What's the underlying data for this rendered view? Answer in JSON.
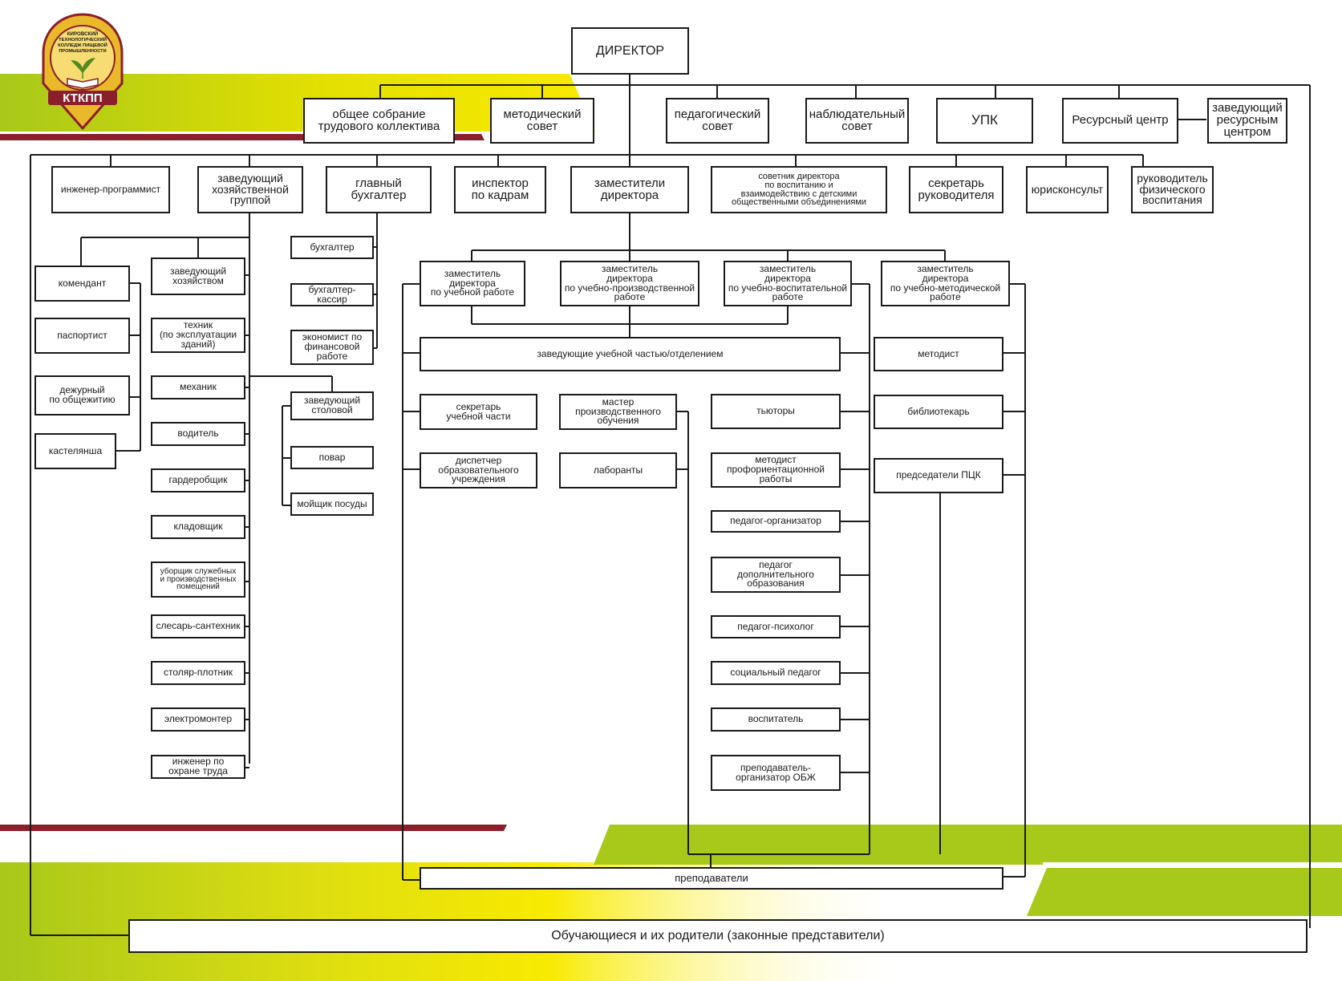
{
  "logo": {
    "ring_text": [
      "КИРОВСКИЙ",
      "ТЕХНОЛОГИЧЕСКИЙ",
      "КОЛЛЕДЖ ПИЩЕВОЙ",
      "ПРОМЫШЛЕННОСТИ"
    ],
    "abbr": "КТКПП"
  },
  "colors": {
    "lime": "#a8c81a",
    "yellow": "#f5e600",
    "maroon": "#8b1e2b",
    "line": "#1a1a1a",
    "logo_gold": "#e9b92a"
  },
  "boxes": [
    {
      "id": "director",
      "label": "ДИРЕКТОР"
    },
    {
      "id": "general-assembly",
      "label": "общее собрание\nтрудового коллектива"
    },
    {
      "id": "methodical-council",
      "label": "методический\nсовет"
    },
    {
      "id": "pedagogical-council",
      "label": "педагогический\nсовет"
    },
    {
      "id": "supervisory-board",
      "label": "наблюдательный\nсовет"
    },
    {
      "id": "upk",
      "label": "УПК"
    },
    {
      "id": "resource-center",
      "label": "Ресурсный центр"
    },
    {
      "id": "head-resource-center",
      "label": "заведующий\nресурсным\nцентром"
    },
    {
      "id": "engineer-programmer",
      "label": "инженер-программист"
    },
    {
      "id": "head-household-group",
      "label": "заведующий\nхозяйственной\nгруппой"
    },
    {
      "id": "chief-accountant",
      "label": "главный\nбухгалтер"
    },
    {
      "id": "hr-inspector",
      "label": "инспектор\nпо кадрам"
    },
    {
      "id": "deputy-directors",
      "label": "заместители\nдиректора"
    },
    {
      "id": "advisor-upbringing",
      "label": "советник директора\nпо воспитанию и\nвзаимодействию с детскими\nобщественными объединениями"
    },
    {
      "id": "secretary-head",
      "label": "секретарь\nруководителя"
    },
    {
      "id": "legal-adviser",
      "label": "юрисконсульт"
    },
    {
      "id": "head-phys-ed",
      "label": "руководитель\nфизического\nвоспитания"
    },
    {
      "id": "commandant",
      "label": "комендант"
    },
    {
      "id": "passport-officer",
      "label": "паспортист"
    },
    {
      "id": "dorm-duty",
      "label": "дежурный\nпо общежитию"
    },
    {
      "id": "linen-keeper",
      "label": "кастелянша"
    },
    {
      "id": "household-manager",
      "label": "заведующий\nхозяйством"
    },
    {
      "id": "technician",
      "label": "техник\n(по эксплуатации\nзданий)"
    },
    {
      "id": "mechanic",
      "label": "механик"
    },
    {
      "id": "driver",
      "label": "водитель"
    },
    {
      "id": "cloakroom",
      "label": "гардеробщик"
    },
    {
      "id": "storekeeper",
      "label": "кладовщик"
    },
    {
      "id": "cleaner",
      "label": "уборщик служебных\nи производственных\nпомещений"
    },
    {
      "id": "plumber",
      "label": "слесарь-сантехник"
    },
    {
      "id": "carpenter",
      "label": "столяр-плотник"
    },
    {
      "id": "electrician",
      "label": "электромонтер"
    },
    {
      "id": "safety-engineer",
      "label": "инженер по\nохране труда"
    },
    {
      "id": "accountant",
      "label": "бухгалтер"
    },
    {
      "id": "cashier",
      "label": "бухгалтер-кассир"
    },
    {
      "id": "economist",
      "label": "экономист по\nфинансовой\nработе"
    },
    {
      "id": "head-canteen",
      "label": "заведующий\nстоловой"
    },
    {
      "id": "cook",
      "label": "повар"
    },
    {
      "id": "dishwasher",
      "label": "мойщик посуды"
    },
    {
      "id": "deputy-academic",
      "label": "заместитель\nдиректора\nпо учебной работе"
    },
    {
      "id": "deputy-production",
      "label": "заместитель\nдиректора\nпо учебно-производственной\nработе"
    },
    {
      "id": "deputy-upbringing",
      "label": "заместитель\nдиректора\nпо учебно-воспитательной\nработе"
    },
    {
      "id": "deputy-methodical",
      "label": "заместитель\nдиректора\nпо учебно-методической\nработе"
    },
    {
      "id": "heads-departments",
      "label": "заведующие учебной частью/отделением"
    },
    {
      "id": "methodist",
      "label": "методист"
    },
    {
      "id": "librarian",
      "label": "библиотекарь"
    },
    {
      "id": "pck-chairs",
      "label": "председатели ПЦК"
    },
    {
      "id": "secretary-academic",
      "label": "секретарь\nучебной части"
    },
    {
      "id": "dispatcher",
      "label": "диспетчер\nобразовательного\nучреждения"
    },
    {
      "id": "master-production",
      "label": "мастер\nпроизводственного\nобучения"
    },
    {
      "id": "lab-assistants",
      "label": "лаборанты"
    },
    {
      "id": "tutors",
      "label": "тьюторы"
    },
    {
      "id": "career-methodist",
      "label": "методист\nпрофориентационной\nработы"
    },
    {
      "id": "teacher-organizer",
      "label": "педагог-организатор"
    },
    {
      "id": "additional-edu-teacher",
      "label": "педагог\nдополнительного\nобразования"
    },
    {
      "id": "psychologist",
      "label": "педагог-психолог"
    },
    {
      "id": "social-teacher",
      "label": "социальный педагог"
    },
    {
      "id": "educator",
      "label": "воспитатель"
    },
    {
      "id": "obzh-teacher",
      "label": "преподаватель-\nорганизатор ОБЖ"
    },
    {
      "id": "teachers",
      "label": "преподаватели"
    },
    {
      "id": "students-parents",
      "label": "Обучающиеся и их родители (законные представители)"
    }
  ]
}
